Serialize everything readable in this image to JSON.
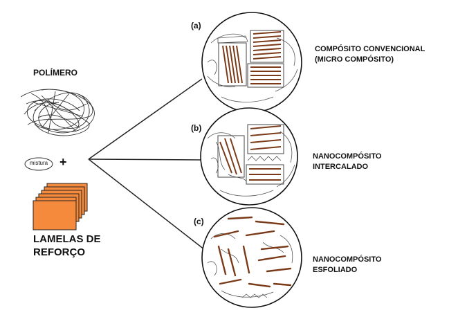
{
  "labels": {
    "polymer": "POLÍMERO",
    "mix": "mistura",
    "plus": "+",
    "reinforcement_line1": "LAMELAS DE",
    "reinforcement_line2": "REFORÇO"
  },
  "outcomes": [
    {
      "tag": "(a)",
      "line1": "COMPÓSITO CONVENCIONAL",
      "line2": "(MICRO COMPÓSITO)"
    },
    {
      "tag": "(b)",
      "line1": "NANOCOMPÓSITO",
      "line2": "INTERCALADO"
    },
    {
      "tag": "(c)",
      "line1": "NANOCOMPÓSITO",
      "line2": "ESFOLIADO"
    }
  ],
  "colors": {
    "lamella": "#c87a4e",
    "lamella_stroke": "#7a3a18",
    "stack_front": "#f58a3c",
    "line": "#222222"
  }
}
